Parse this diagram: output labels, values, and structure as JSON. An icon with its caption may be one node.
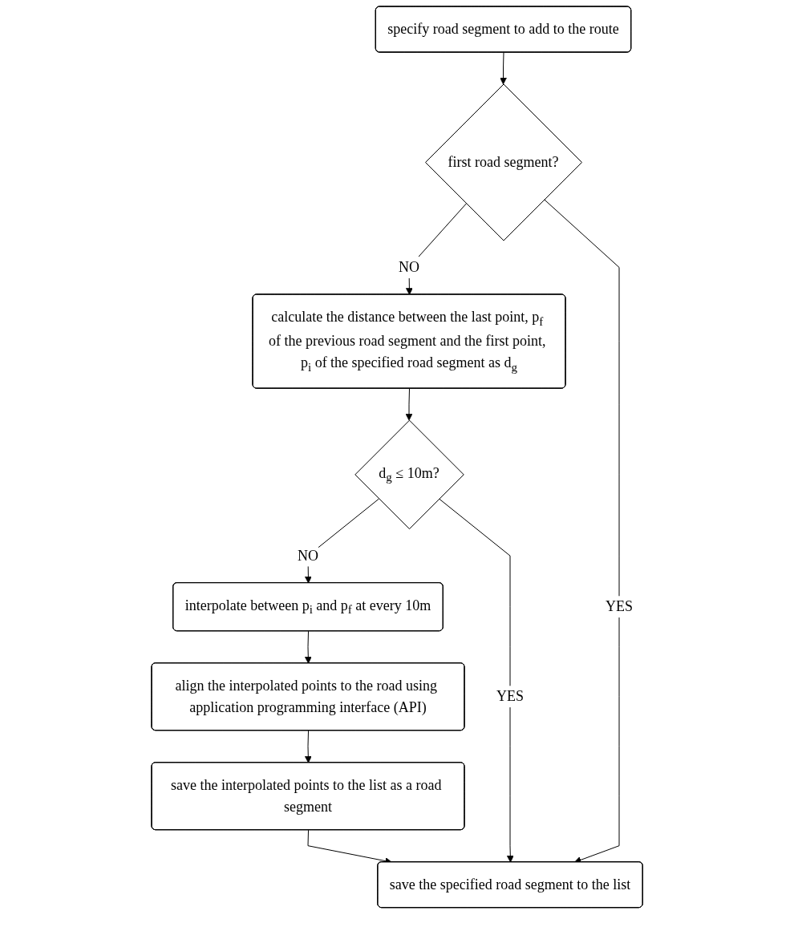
{
  "diagram": {
    "nodes": [
      {
        "text": [
          "specify road segment to add to the route"
        ]
      },
      {
        "text": [
          "first road segment?"
        ]
      },
      {
        "text": [
          "calculate the distance between the last point, p$_{f}$ of the previous road segment and the first point, p$_{i}$ of the specified road segment as d$_{g}$"
        ]
      },
      {
        "text": [
          "d$_{g}$ ≤ 10m?"
        ]
      },
      {
        "text": [
          "interpolate between p$_{i}$ and p$_{f}$ at every 10m"
        ]
      },
      {
        "text": [
          "align the interpolated points to the road using application programming interface (API)"
        ]
      },
      {
        "text": [
          "save the interpolated points to the list as a road segment"
        ]
      },
      {
        "text": [
          "save the specified road segment to the list"
        ]
      }
    ],
    "edges": [
      {
        "from": 0,
        "to": 1,
        "arrow": "to"
      },
      {
        "from": 1,
        "to": 2,
        "arrow": "to",
        "label": "NO"
      },
      {
        "from": 2,
        "to": 3,
        "arrow": "to"
      },
      {
        "from": 3,
        "to": 4,
        "arrow": "to",
        "label": "NO"
      },
      {
        "from": 4,
        "to": 5,
        "arrow": "to"
      },
      {
        "from": 5,
        "to": 6,
        "arrow": "to"
      },
      {
        "from": 6,
        "to": 7,
        "arrow": "to"
      },
      {
        "from": 1,
        "to": 7,
        "arrow": "to",
        "label": "YES"
      },
      {
        "from": 3,
        "to": 7,
        "arrow": "to",
        "label": "YES"
      }
    ]
  }
}
